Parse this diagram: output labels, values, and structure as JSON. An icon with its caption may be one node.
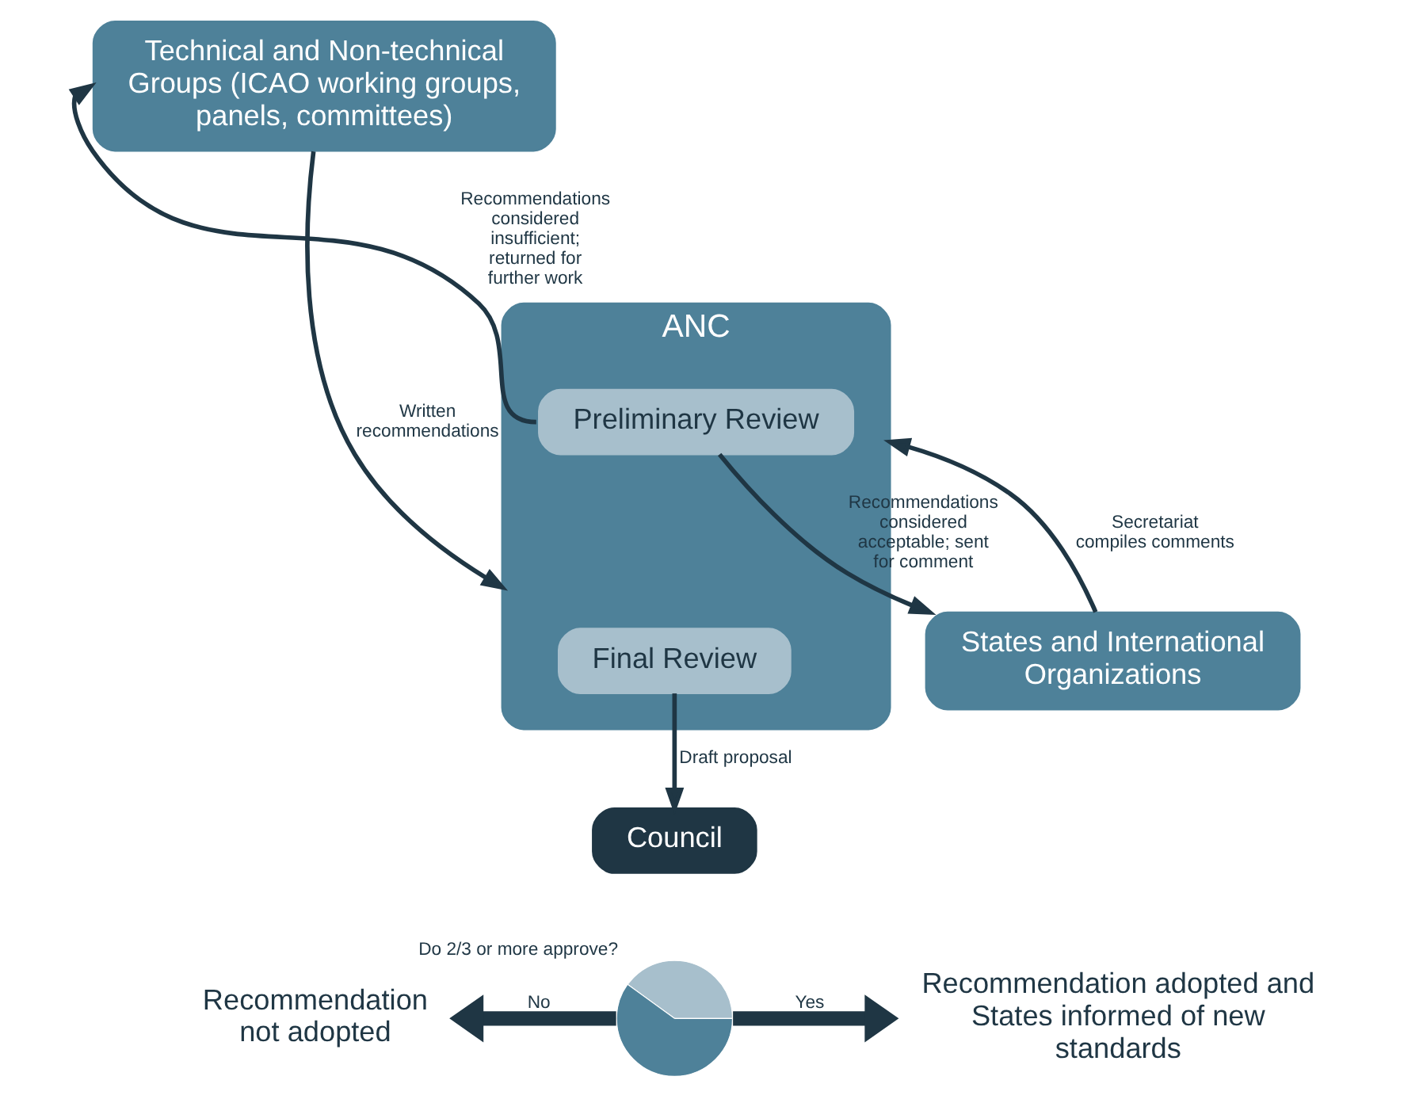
{
  "diagram": {
    "nodes": [
      {
        "text": [
          "Technical and Non-technical Groups (ICAO working groups, panels, committees)"
        ]
      },
      {
        "text": [
          "ANC"
        ]
      },
      {
        "text": [
          "Preliminary Review"
        ],
        "in": 1
      },
      {
        "text": [
          "Final Review"
        ],
        "in": 1
      },
      {
        "text": [
          "States and International Organizations"
        ]
      },
      {
        "text": [
          "Council"
        ]
      },
      {
        "text": [
          "Recommendation not adopted"
        ]
      },
      {
        "text": [],
        "shape": "circle",
        "beside": [
          "Do 2/3 or more approve?"
        ]
      },
      {
        "text": [
          "Recommendation adopted and States informed of new standards"
        ]
      }
    ],
    "edges": [
      {
        "from": 0,
        "to": 1,
        "arrow": "to",
        "label": "Written recommendations"
      },
      {
        "from": 2,
        "to": 0,
        "arrow": "to",
        "label": "Recommendations considered insufficient; returned for further work"
      },
      {
        "from": 2,
        "to": 4,
        "arrow": "to",
        "label": "Recommendations considered acceptable; sent for comment"
      },
      {
        "from": 4,
        "to": 1,
        "arrow": "to",
        "label": "Secretariat compiles comments"
      },
      {
        "from": 3,
        "to": 5,
        "arrow": "to",
        "label": "Draft proposal"
      },
      {
        "from": 7,
        "to": 6,
        "arrow": "to",
        "label": "No",
        "style": "thick"
      },
      {
        "from": 7,
        "to": 8,
        "arrow": "to",
        "label": "Yes",
        "style": "thick"
      }
    ]
  }
}
